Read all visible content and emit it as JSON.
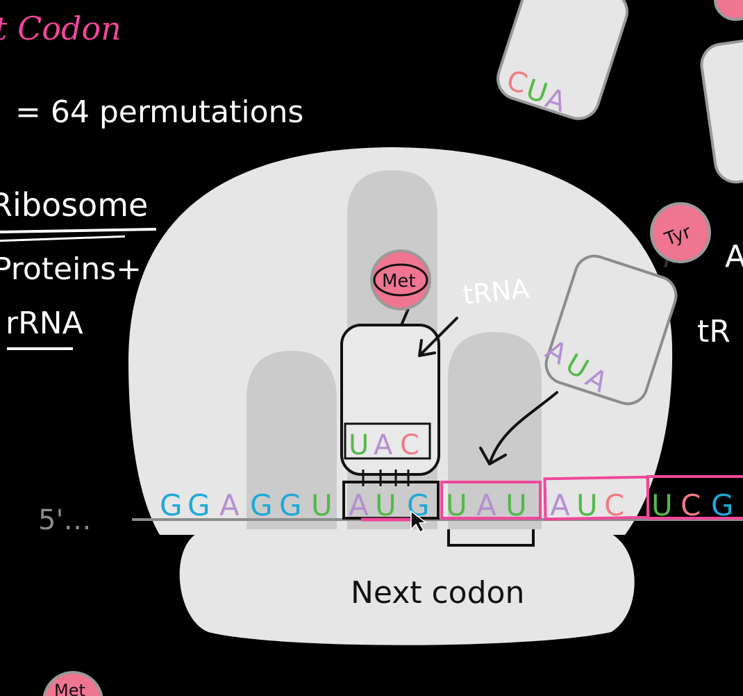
{
  "notes": {
    "title_fragment": "t Codon",
    "permutations": "= 64 permutations",
    "ribosome_heading": "Ribosome",
    "ribosome_parts": [
      "Proteins+",
      "rRNA"
    ],
    "right_fragment_1": "A",
    "right_fragment_2": "tR"
  },
  "labels": {
    "trna": "tRNA",
    "next_codon": "Next codon",
    "five_prime": "5'…"
  },
  "amino_acids": {
    "met_bound": "Met",
    "tyr_incoming": "Tyr",
    "met_bottom": "Met"
  },
  "anticodons": {
    "bound": [
      "U",
      "A",
      "C"
    ],
    "incoming": [
      "A",
      "U",
      "A"
    ],
    "top_floating": [
      "C",
      "U",
      "A"
    ]
  },
  "mrna_sequence": [
    "G",
    "G",
    "A",
    "G",
    "G",
    "U",
    "A",
    "U",
    "G",
    "U",
    "A",
    "U",
    "A",
    "U",
    "C",
    "U",
    "C",
    "G"
  ],
  "colors": {
    "background": "#000000",
    "ribosome": "#e6e6e6",
    "ribosome_shadow": "#cbcbcb",
    "pink": "#f0479a",
    "G": "#1fa8d6",
    "A": "#b58fd1",
    "U": "#55b84a",
    "C": "#f07b86",
    "amino_circle": "#ef7591"
  }
}
